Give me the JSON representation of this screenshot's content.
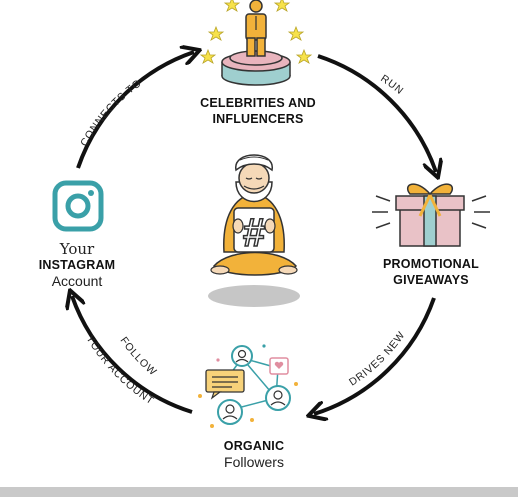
{
  "nodes": {
    "celebrities": {
      "line1": "CELEBRITIES AND",
      "line2": "INFLUENCERS"
    },
    "promotional": {
      "line1": "PROMOTIONAL",
      "line2": "GIVEAWAYS"
    },
    "organic": {
      "line1": "ORGANIC",
      "line2": "Followers"
    },
    "instagram": {
      "line1": "Your",
      "line2": "INSTAGRAM",
      "line3": "Account"
    }
  },
  "edges": {
    "connects_to": "CONNECTS TO",
    "run": "RUN",
    "drives_new": "DRIVES NEW",
    "follow_line1": "FOLLOW",
    "follow_line2": "YOUR ACCOUNT"
  },
  "center": {
    "symbol": "#"
  },
  "colors": {
    "teal": "#3aa0a8",
    "orange": "#f2b23a",
    "pink": "#e8b4bd",
    "gift_pink": "#e9c2c7",
    "gift_teal": "#9fcfcf",
    "star": "#f7e24a",
    "shadow": "#c6c6c6",
    "stroke": "#111111"
  },
  "icons": {
    "instagram": "instagram-icon",
    "celebrity": "celebrity-on-pedestal-icon",
    "gift": "gift-box-icon",
    "network": "follower-network-icon",
    "guru": "meditating-guru-icon"
  }
}
